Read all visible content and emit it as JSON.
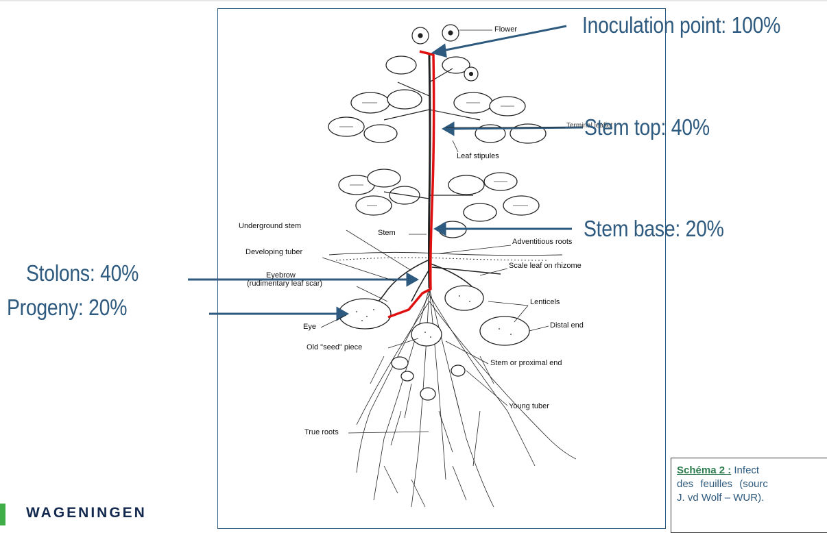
{
  "callouts": {
    "inoculation": "Inoculation point: 100%",
    "stem_top": "Stem top: 40%",
    "stem_base": "Stem base: 20%",
    "stolons": "Stolons: 40%",
    "progeny": "Progeny: 20%"
  },
  "plant_labels": {
    "flower": "Flower",
    "terminal_leaflet": "Terminal leaflet",
    "leaf_stipules": "Leaf stipules",
    "underground_stem": "Underground stem",
    "stem": "Stem",
    "adventitious_roots": "Adventitious roots",
    "developing_tuber": "Developing tuber",
    "scale_leaf": "Scale leaf on rhizome",
    "eyebrow": "Eyebrow",
    "eyebrow_sub": "(rudimentary leaf scar)",
    "lenticels": "Lenticels",
    "eye": "Eye",
    "distal_end": "Distal end",
    "old_seed_piece": "Old \"seed\" piece",
    "stem_proximal_end": "Stem or proximal end",
    "young_tuber": "Young tuber",
    "true_roots": "True roots"
  },
  "caption": {
    "title": "Schéma 2 :",
    "text_1": " Infect",
    "line_2": "des feuilles (sourc",
    "line_3": "J. vd Wolf – WUR)."
  },
  "logo": {
    "text": "WAGENINGEN"
  },
  "colors": {
    "callout": "#2d5a7e",
    "infection_path": "#e01010",
    "logo_green": "#3fae49",
    "caption_title": "#2e7d4f"
  }
}
